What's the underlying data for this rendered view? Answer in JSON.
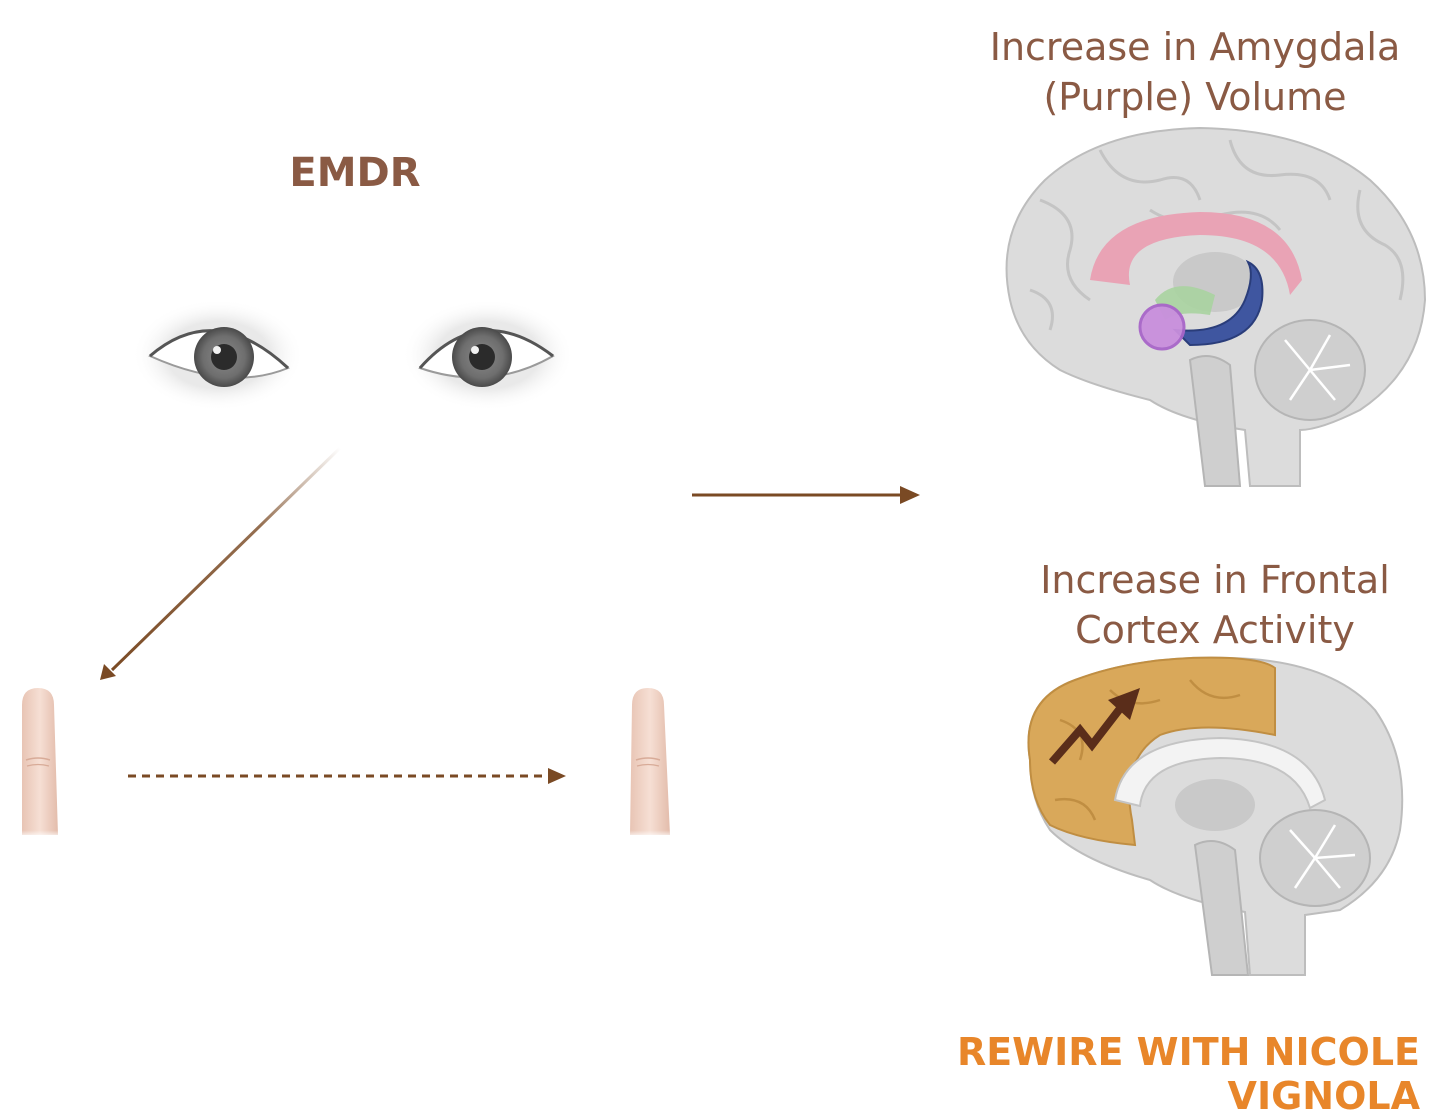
{
  "title": "EMDR",
  "captions": {
    "amygdala_line1": "Increase in Amygdala",
    "amygdala_line2": "(Purple) Volume",
    "frontal_line1": "Increase in Frontal",
    "frontal_line2": "Cortex Activity"
  },
  "brand": "REWIRE WITH NICOLE VIGNOLA",
  "colors": {
    "text_brown": "#8a5a44",
    "arrow_brown": "#7a4a24",
    "brand_orange": "#e8862a",
    "cortex_gold": "#d9a85a",
    "amygdala_purple": "#a865c9",
    "hippocampus_blue": "#3f56a0",
    "cingulate_pink": "#e9a3b5",
    "brain_gray": "#d9d9d9",
    "finger_skin": "#f1d5c8"
  },
  "icons": [
    "eye-icon",
    "finger-icon",
    "brain-icon",
    "trend-up-arrow-icon"
  ]
}
